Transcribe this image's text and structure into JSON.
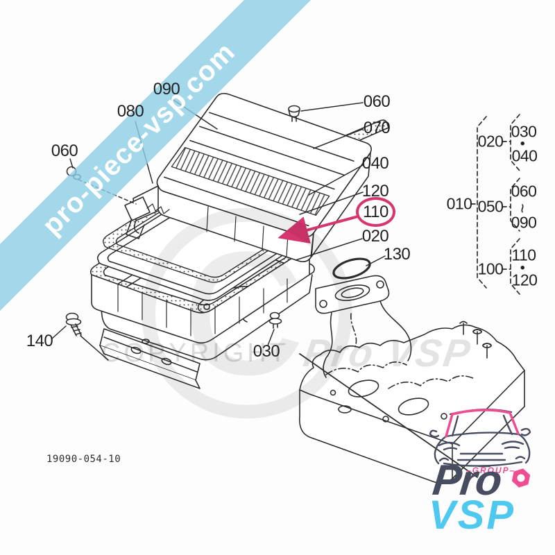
{
  "banner": {
    "text": "pro-piece-vsp.com",
    "bg_color": "#a9dcec",
    "text_color": "#ffffff"
  },
  "watermarks": {
    "copyright": "COPYRIGHT",
    "brand": "Pro VSP",
    "symbol": "©"
  },
  "diagram": {
    "drawing_number": "19090-054-10",
    "highlighted_part": "110",
    "highlight_color": "#d6356f",
    "callouts": {
      "c090": "090",
      "c080": "080",
      "c060_left": "060",
      "c060_right": "060",
      "c070": "070",
      "c040": "040",
      "c120": "120",
      "c110": "110",
      "c020": "020",
      "c130": "130",
      "c030": "030",
      "c140": "140"
    }
  },
  "hierarchy": {
    "root": "010",
    "level1": {
      "i020": "020",
      "i050": "050",
      "i100": "100"
    },
    "level2": {
      "i030": "030",
      "i040": "040",
      "i060": "060",
      "i090": "090",
      "i110": "110",
      "i120": "120"
    },
    "separators": {
      "dot": "•",
      "dot2": "•",
      "range": "~"
    }
  },
  "logo": {
    "group": "–GROUP–",
    "pro": "Pro",
    "vsp": "VSP",
    "navy": "#474c61",
    "pink": "#ee4d92",
    "cyan": "#4fc8ef"
  }
}
